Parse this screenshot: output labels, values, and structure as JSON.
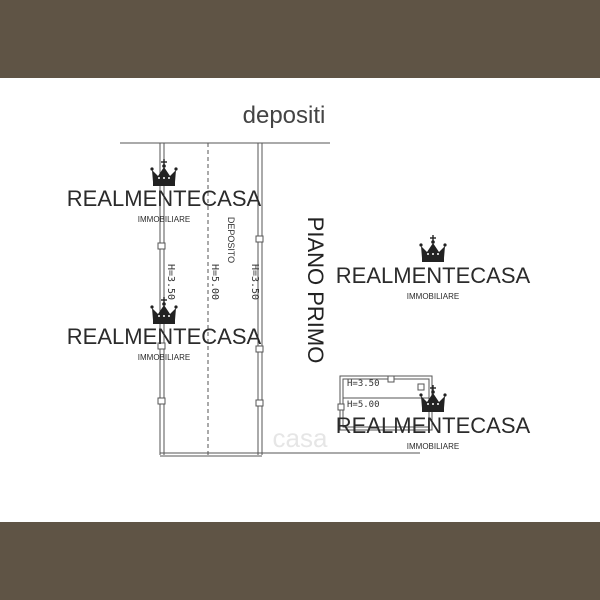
{
  "colors": {
    "band": "#5f5445",
    "line": "#555555",
    "title": "#444444",
    "wordmark": "#2b2b2b"
  },
  "plan": {
    "title": "depositi",
    "floor_label": "PIANO PRIMO",
    "room_label": "DEPOSITO",
    "heights": {
      "left_strip": "H=3.50",
      "middle_strip": "H=5.00",
      "right_strip": "H=3.50",
      "small_top": "H=3.50",
      "small_bottom": "H=5.00"
    },
    "faint_mark": "casa"
  },
  "watermark": {
    "brand": "REALMENTECASA",
    "subtitle": "IMMOBILIARE",
    "icon": "crown-icon"
  }
}
